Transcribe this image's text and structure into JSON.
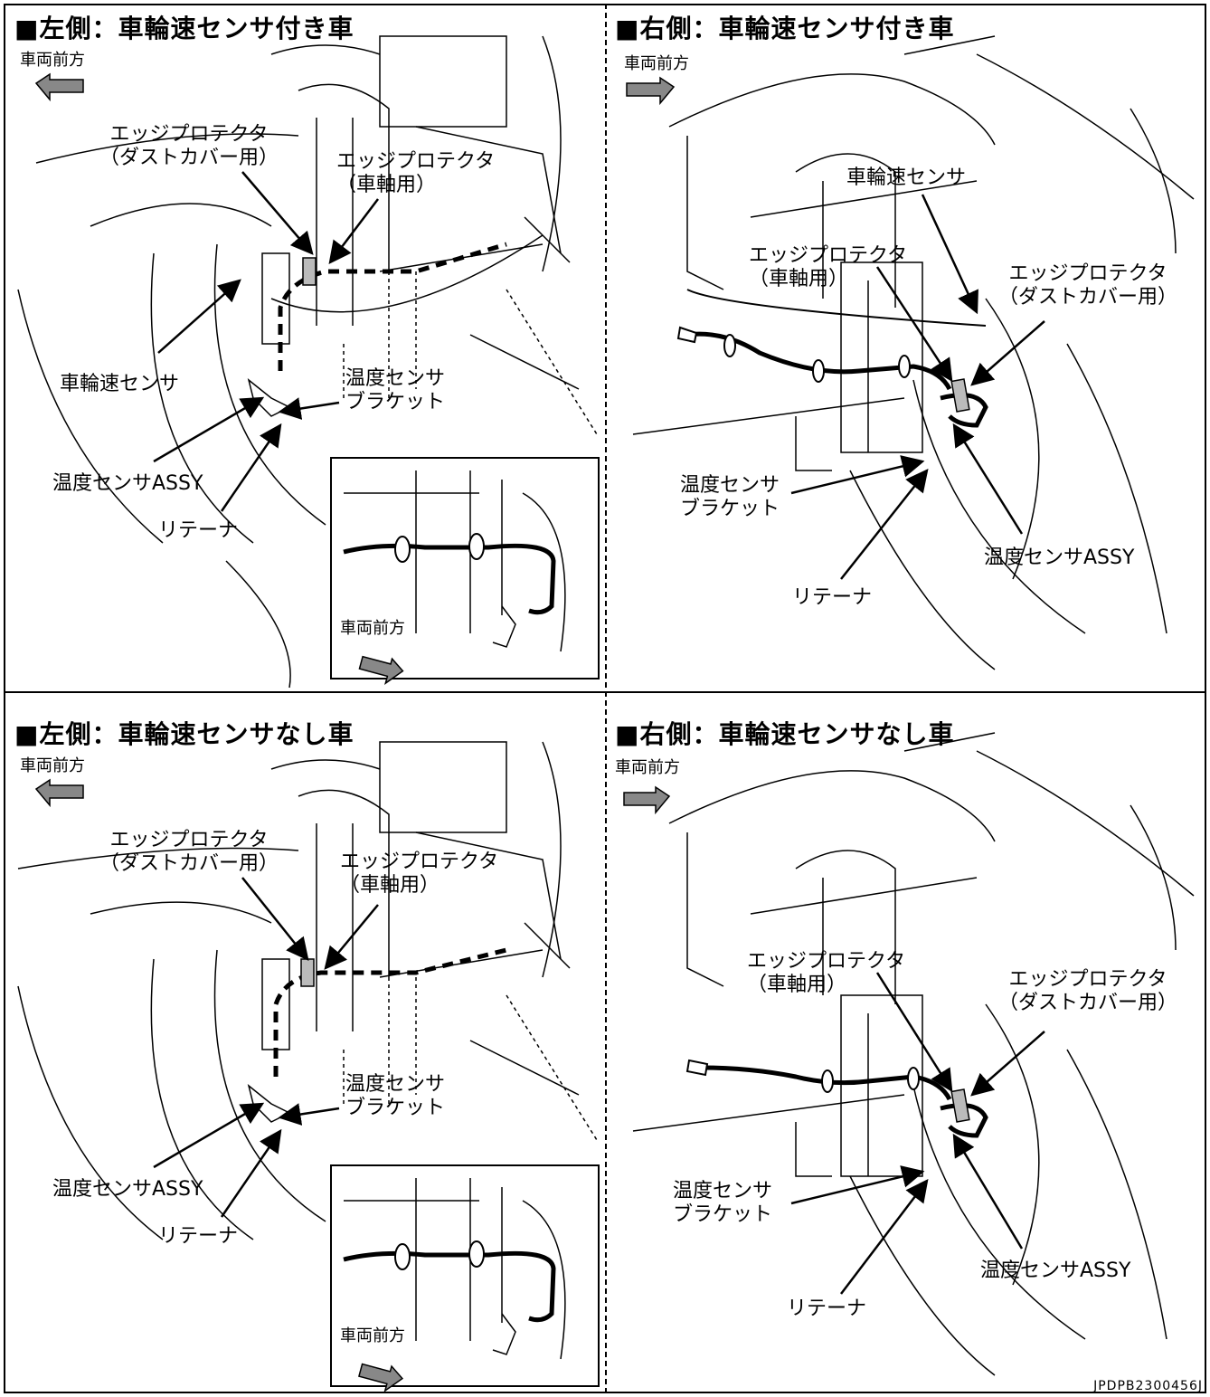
{
  "panels": {
    "top_left": {
      "title": "■左側：車輪速センサ付き車",
      "front": "車両前方",
      "edge_dust": "エッジプロテクタ\n（ダストカバー用）",
      "edge_axle": "エッジプロテクタ\n（車軸用）",
      "wheel_sensor": "車輪速センサ",
      "temp_bracket": "温度センサ\nブラケット",
      "temp_assy": "温度センサASSY",
      "retainer": "リテーナ",
      "inset_front": "車両前方"
    },
    "top_right": {
      "title": "■右側：車輪速センサ付き車",
      "front": "車両前方",
      "wheel_sensor": "車輪速センサ",
      "edge_axle": "エッジプロテクタ\n（車軸用）",
      "edge_dust": "エッジプロテクタ\n（ダストカバー用）",
      "temp_bracket": "温度センサ\nブラケット",
      "temp_assy": "温度センサASSY",
      "retainer": "リテーナ"
    },
    "bottom_left": {
      "title": "■左側：車輪速センサなし車",
      "front": "車両前方",
      "edge_dust": "エッジプロテクタ\n（ダストカバー用）",
      "edge_axle": "エッジプロテクタ\n（車軸用）",
      "temp_bracket": "温度センサ\nブラケット",
      "temp_assy": "温度センサASSY",
      "retainer": "リテーナ",
      "inset_front": "車両前方"
    },
    "bottom_right": {
      "title": "■右側：車輪速センサなし車",
      "front": "車両前方",
      "edge_axle": "エッジプロテクタ\n（車軸用）",
      "edge_dust": "エッジプロテクタ\n（ダストカバー用）",
      "temp_bracket": "温度センサ\nブラケット",
      "temp_assy": "温度センサASSY",
      "retainer": "リテーナ"
    }
  },
  "figure_code": "JPDPB2300456J"
}
